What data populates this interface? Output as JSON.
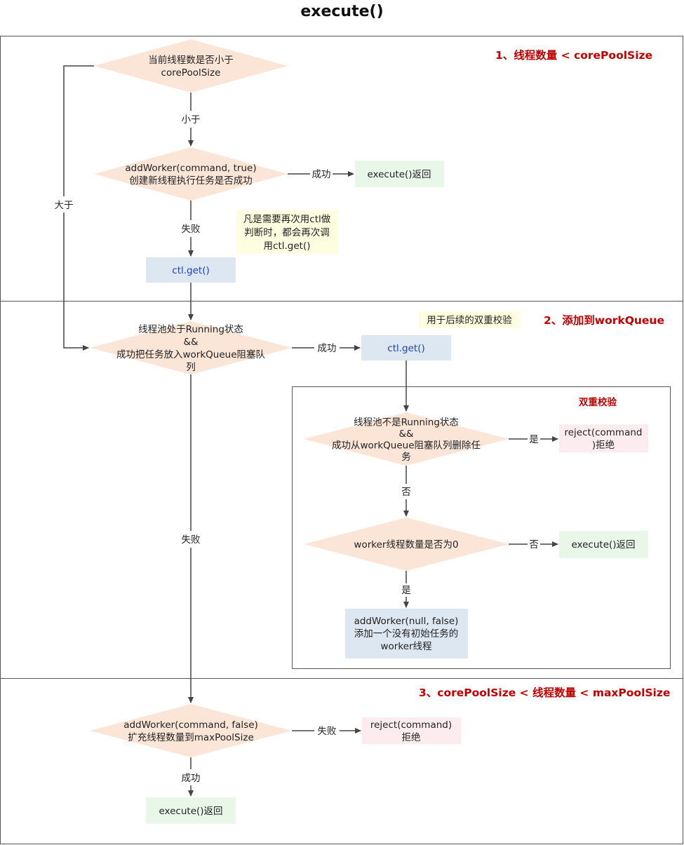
{
  "title": "execute()",
  "sections": {
    "s1": "1、线程数量 < corePoolSize",
    "s2": "2、添加到workQueue",
    "s3": "3、corePoolSize < 线程数量 <  maxPoolSize",
    "double_check": "双重校验"
  },
  "nodes": {
    "d1": [
      "当前线程数是否小于",
      "corePoolSize"
    ],
    "d2": [
      "addWorker(command, true)",
      "创建新线程执行任务是否成功"
    ],
    "r1": [
      "execute()返回"
    ],
    "note1": [
      "凡是需要再次用ctl做",
      "判断时，都会再次调",
      "用ctl.get()"
    ],
    "ctl1": [
      "ctl.get()"
    ],
    "d3": [
      "线程池处于Running状态",
      "&&",
      "成功把任务放入workQueue阻塞队",
      "列"
    ],
    "note2": [
      "用于后续的双重校验"
    ],
    "ctl2": [
      "ctl.get()"
    ],
    "d4": [
      "线程池不是Running状态",
      "&&",
      "成功从workQueue阻塞队列删除任",
      "务"
    ],
    "rej1": [
      "reject(command",
      ")拒绝"
    ],
    "d5": [
      "worker线程数量是否为0"
    ],
    "r2": [
      "execute()返回"
    ],
    "aw": [
      "addWorker(null, false)",
      "添加一个没有初始任务的",
      "worker线程"
    ],
    "d6": [
      "addWorker(command, false)",
      "扩充线程数量到maxPoolSize"
    ],
    "rej2": [
      "reject(command)",
      "拒绝"
    ],
    "r3": [
      "execute()返回"
    ]
  },
  "edge_labels": {
    "less": "小于",
    "greater": "大于",
    "success1": "成功",
    "fail1": "失败",
    "success2": "成功",
    "fail2": "失败",
    "yes1": "是",
    "no1": "否",
    "no2": "否",
    "yes2": "是",
    "fail3": "失败",
    "success3": "成功"
  },
  "colors": {
    "diamond": "#fbe5d6",
    "green": "#e9f7e9",
    "blue": "#dde7f2",
    "pink": "#fdecef",
    "note": "#fdfde0",
    "red_title": "#c00000",
    "line": "#444444"
  }
}
